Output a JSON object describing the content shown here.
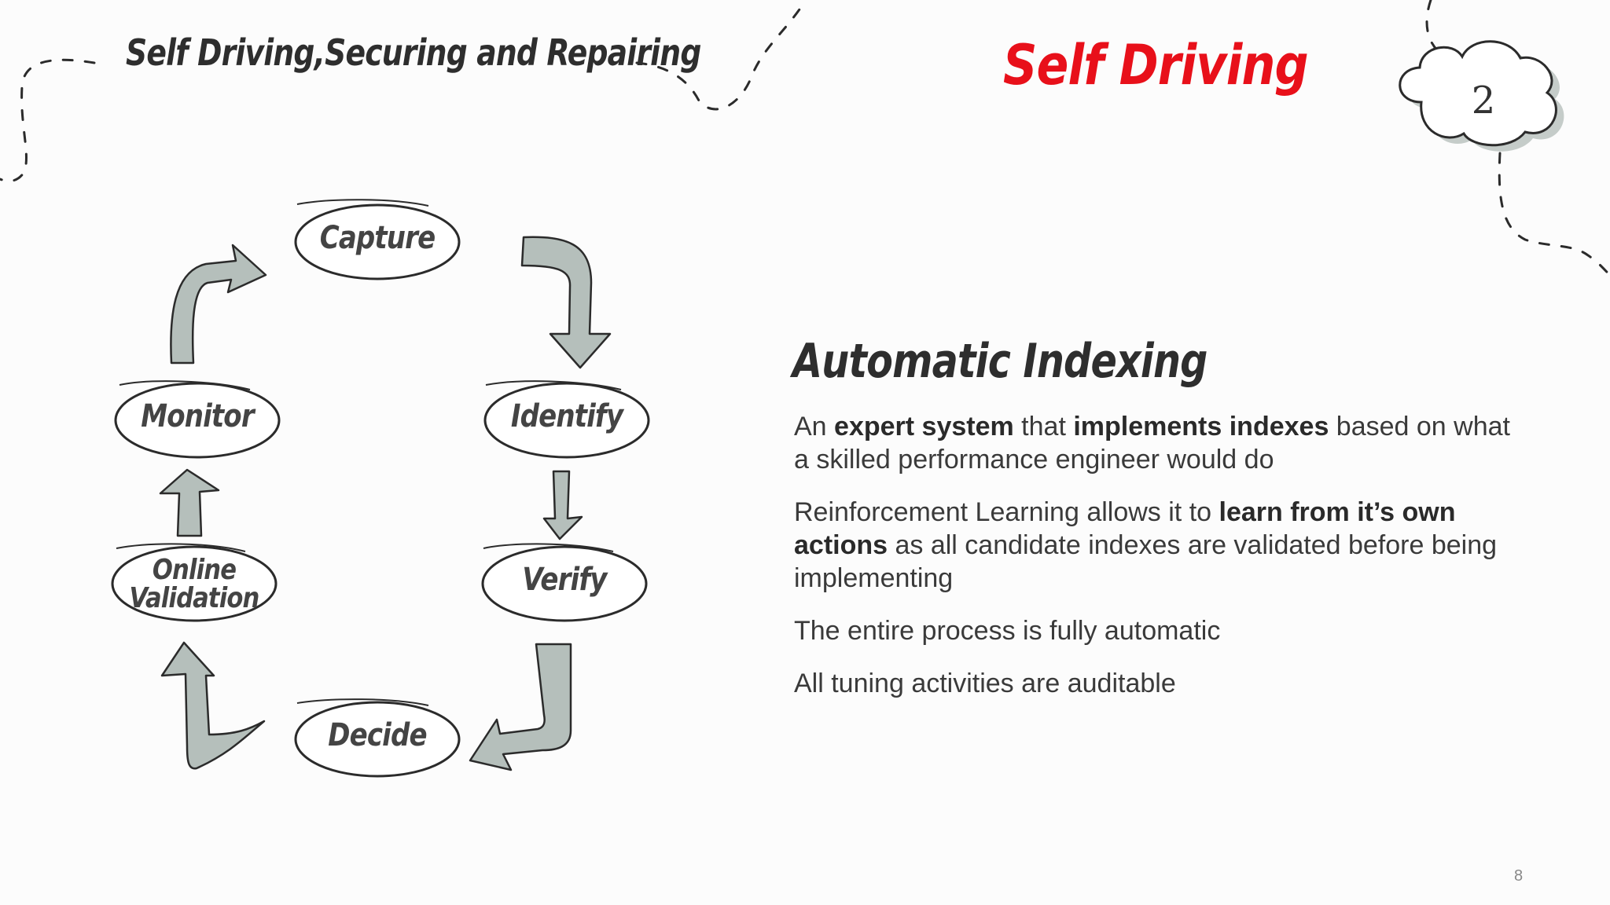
{
  "header": {
    "top_title": "Self Driving,Securing and Repairing",
    "section_title": "Self Driving",
    "cloud_number": "2"
  },
  "diagram": {
    "nodes": [
      {
        "id": "capture",
        "label": "Capture"
      },
      {
        "id": "identify",
        "label": "Identify"
      },
      {
        "id": "verify",
        "label": "Verify"
      },
      {
        "id": "decide",
        "label": "Decide"
      },
      {
        "id": "online-validation",
        "label_line1": "Online",
        "label_line2": "Validation"
      },
      {
        "id": "monitor",
        "label": "Monitor"
      }
    ],
    "edges": [
      {
        "from": "capture",
        "to": "identify"
      },
      {
        "from": "identify",
        "to": "verify"
      },
      {
        "from": "verify",
        "to": "decide"
      },
      {
        "from": "decide",
        "to": "online-validation"
      },
      {
        "from": "online-validation",
        "to": "monitor"
      },
      {
        "from": "monitor",
        "to": "capture"
      }
    ],
    "colors": {
      "arrow_fill": "#b5bfbb",
      "arrow_stroke": "#2b2b2b",
      "node_stroke": "#2b2b2b"
    }
  },
  "content": {
    "heading": "Automatic Indexing",
    "p1": {
      "t1": "An ",
      "b1": "expert system",
      "t2": " that ",
      "b2": "implements indexes",
      "t3": " based on what a skilled performance engineer would do"
    },
    "p2": {
      "t1": "Reinforcement Learning allows it to ",
      "b1": "learn from it’s own actions",
      "t2": " as all candidate indexes are validated before being implementing"
    },
    "p3": "The entire process is fully automatic",
    "p4": "All tuning activities are auditable"
  },
  "footer": {
    "page_number": "8"
  }
}
